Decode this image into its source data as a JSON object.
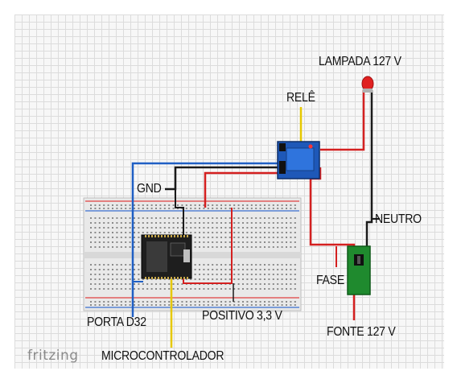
{
  "labels": {
    "lamp": "LAMPADA 127 V",
    "relay": "RELÊ",
    "gnd": "GND",
    "neutral": "NEUTRO",
    "phase": "FASE",
    "port": "PORTA D32",
    "positive": "POSITIVO 3,3 V",
    "source": "FONTE 127 V",
    "microcontroller": "MICROCONTROLADOR"
  },
  "brand": "fritzing",
  "colors": {
    "wire_red": "#d42020",
    "wire_black": "#1a1a1a",
    "wire_blue": "#1f5fc4",
    "wire_yellow": "#e6c800",
    "breadboard": "#ececec",
    "relay_module": "#1e58b8",
    "power_source": "#1f8a2e",
    "lamp": "#e02020"
  }
}
